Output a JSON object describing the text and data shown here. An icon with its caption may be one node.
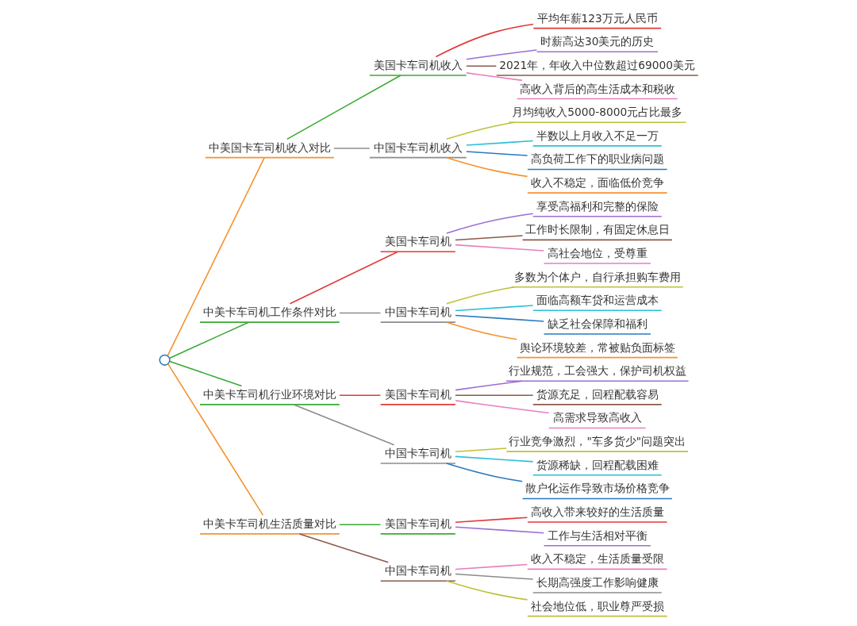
{
  "diagram": {
    "nodes": [
      {
        "text": [],
        "shape": "circle"
      },
      {
        "text": [
          "中美国卡车司机收入对比"
        ]
      },
      {
        "text": [
          "美国卡车司机收入"
        ]
      },
      {
        "text": [
          "平均年薪123万元人民币"
        ]
      },
      {
        "text": [
          "时薪高达30美元的历史"
        ]
      },
      {
        "text": [
          "2021年，年收入中位数超过69000美元"
        ]
      },
      {
        "text": [
          "高收入背后的高生活成本和税收"
        ]
      },
      {
        "text": [
          "中国卡车司机收入"
        ]
      },
      {
        "text": [
          "月均纯收入5000-8000元占比最多"
        ]
      },
      {
        "text": [
          "半数以上月收入不足一万"
        ]
      },
      {
        "text": [
          "高负荷工作下的职业病问题"
        ]
      },
      {
        "text": [
          "收入不稳定，面临低价竞争"
        ]
      },
      {
        "text": [
          "中美卡车司机工作条件对比"
        ]
      },
      {
        "text": [
          "美国卡车司机"
        ]
      },
      {
        "text": [
          "享受高福利和完整的保险"
        ]
      },
      {
        "text": [
          "工作时长限制，有固定休息日"
        ]
      },
      {
        "text": [
          "高社会地位，受尊重"
        ]
      },
      {
        "text": [
          "中国卡车司机"
        ]
      },
      {
        "text": [
          "多数为个体户，自行承担购车费用"
        ]
      },
      {
        "text": [
          "面临高额车贷和运营成本"
        ]
      },
      {
        "text": [
          "缺乏社会保障和福利"
        ]
      },
      {
        "text": [
          "舆论环境较差，常被贴负面标签"
        ]
      },
      {
        "text": [
          "中美卡车司机行业环境对比"
        ]
      },
      {
        "text": [
          "美国卡车司机"
        ]
      },
      {
        "text": [
          "行业规范，工会强大，保护司机权益"
        ]
      },
      {
        "text": [
          "货源充足，回程配载容易"
        ]
      },
      {
        "text": [
          "高需求导致高收入"
        ]
      },
      {
        "text": [
          "中国卡车司机"
        ]
      },
      {
        "text": [
          "行业竞争激烈，\"车多货少\"问题突出"
        ]
      },
      {
        "text": [
          "货源稀缺，回程配载困难"
        ]
      },
      {
        "text": [
          "散户化运作导致市场价格竞争"
        ]
      },
      {
        "text": [
          "中美卡车司机生活质量对比"
        ]
      },
      {
        "text": [
          "美国卡车司机"
        ]
      },
      {
        "text": [
          "高收入带来较好的生活质量"
        ]
      },
      {
        "text": [
          "工作与生活相对平衡"
        ]
      },
      {
        "text": [
          "中国卡车司机"
        ]
      },
      {
        "text": [
          "收入不稳定，生活质量受限"
        ]
      },
      {
        "text": [
          "长期高强度工作影响健康"
        ]
      },
      {
        "text": [
          "社会地位低，职业尊严受损"
        ]
      }
    ],
    "edges": [
      {
        "from": 0,
        "to": 1,
        "arrow": "none",
        "color": "#f5922f"
      },
      {
        "from": 1,
        "to": 2,
        "arrow": "none",
        "color": "#3aaa35"
      },
      {
        "from": 2,
        "to": 3,
        "arrow": "none",
        "color": "#e03a3a"
      },
      {
        "from": 2,
        "to": 4,
        "arrow": "none",
        "color": "#9c6fd0"
      },
      {
        "from": 2,
        "to": 5,
        "arrow": "none",
        "color": "#8b5a4a"
      },
      {
        "from": 2,
        "to": 6,
        "arrow": "none",
        "color": "#e67fc0"
      },
      {
        "from": 1,
        "to": 7,
        "arrow": "none",
        "color": "#8c8c8c"
      },
      {
        "from": 7,
        "to": 8,
        "arrow": "none",
        "color": "#bcc23a"
      },
      {
        "from": 7,
        "to": 9,
        "arrow": "none",
        "color": "#2bc0d6"
      },
      {
        "from": 7,
        "to": 10,
        "arrow": "none",
        "color": "#2a78c0"
      },
      {
        "from": 7,
        "to": 11,
        "arrow": "none",
        "color": "#f5922f"
      },
      {
        "from": 0,
        "to": 12,
        "arrow": "none",
        "color": "#3aaa35"
      },
      {
        "from": 12,
        "to": 13,
        "arrow": "none",
        "color": "#e03a3a"
      },
      {
        "from": 13,
        "to": 14,
        "arrow": "none",
        "color": "#9c6fd0"
      },
      {
        "from": 13,
        "to": 15,
        "arrow": "none",
        "color": "#8b5a4a"
      },
      {
        "from": 13,
        "to": 16,
        "arrow": "none",
        "color": "#e67fc0"
      },
      {
        "from": 12,
        "to": 17,
        "arrow": "none",
        "color": "#8c8c8c"
      },
      {
        "from": 17,
        "to": 18,
        "arrow": "none",
        "color": "#bcc23a"
      },
      {
        "from": 17,
        "to": 19,
        "arrow": "none",
        "color": "#2bc0d6"
      },
      {
        "from": 17,
        "to": 20,
        "arrow": "none",
        "color": "#2a78c0"
      },
      {
        "from": 17,
        "to": 21,
        "arrow": "none",
        "color": "#f5922f"
      },
      {
        "from": 0,
        "to": 22,
        "arrow": "none",
        "color": "#3aaa35"
      },
      {
        "from": 22,
        "to": 23,
        "arrow": "none",
        "color": "#e03a3a"
      },
      {
        "from": 23,
        "to": 24,
        "arrow": "none",
        "color": "#9c6fd0"
      },
      {
        "from": 23,
        "to": 25,
        "arrow": "none",
        "color": "#8b5a4a"
      },
      {
        "from": 23,
        "to": 26,
        "arrow": "none",
        "color": "#e67fc0"
      },
      {
        "from": 22,
        "to": 27,
        "arrow": "none",
        "color": "#8c8c8c"
      },
      {
        "from": 27,
        "to": 28,
        "arrow": "none",
        "color": "#bcc23a"
      },
      {
        "from": 27,
        "to": 29,
        "arrow": "none",
        "color": "#2bc0d6"
      },
      {
        "from": 27,
        "to": 30,
        "arrow": "none",
        "color": "#2a78c0"
      },
      {
        "from": 0,
        "to": 31,
        "arrow": "none",
        "color": "#f5922f"
      },
      {
        "from": 31,
        "to": 32,
        "arrow": "none",
        "color": "#3aaa35"
      },
      {
        "from": 32,
        "to": 33,
        "arrow": "none",
        "color": "#e03a3a"
      },
      {
        "from": 32,
        "to": 34,
        "arrow": "none",
        "color": "#9c6fd0"
      },
      {
        "from": 31,
        "to": 35,
        "arrow": "none",
        "color": "#8b5a4a"
      },
      {
        "from": 35,
        "to": 36,
        "arrow": "none",
        "color": "#e67fc0"
      },
      {
        "from": 35,
        "to": 37,
        "arrow": "none",
        "color": "#8c8c8c"
      },
      {
        "from": 35,
        "to": 38,
        "arrow": "none",
        "color": "#bcc23a"
      }
    ]
  }
}
